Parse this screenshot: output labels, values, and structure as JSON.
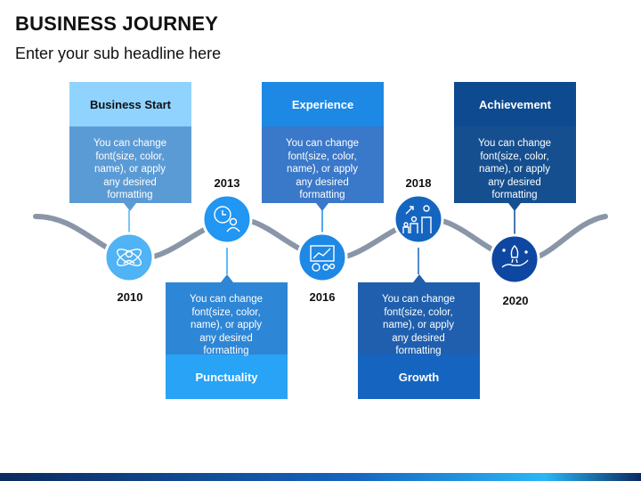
{
  "title": "BUSINESS JOURNEY",
  "subtitle": "Enter your sub headline here",
  "milestones": [
    {
      "year": "2010",
      "heading": "Business Start",
      "text": "You can change font(size, color, name), or apply any desired formatting",
      "icon": "atom-person-icon",
      "color_head": "#8fd3fe",
      "color_body": "#5b9bd5"
    },
    {
      "year": "2013",
      "heading": "Punctuality",
      "text": "You can change font(size, color, name), or apply any desired formatting",
      "icon": "clock-person-icon",
      "color_head": "#29a3f5",
      "color_body": "#2e86d6"
    },
    {
      "year": "2016",
      "heading": "Experience",
      "text": "You can change font(size, color, name), or apply any desired formatting",
      "icon": "chart-gears-icon",
      "color_head": "#1e88e5",
      "color_body": "#3a78c9"
    },
    {
      "year": "2018",
      "heading": "Growth",
      "text": "You can change font(size, color, name), or apply any desired formatting",
      "icon": "growth-family-icon",
      "color_head": "#1565c0",
      "color_body": "#1f5fae"
    },
    {
      "year": "2020",
      "heading": "Achievement",
      "text": "You can change font(size, color, name), or apply any desired formatting",
      "icon": "rocket-hand-icon",
      "color_head": "#0d4a8f",
      "color_body": "#154f8f"
    }
  ],
  "colors": {
    "curve": "#8a96a8",
    "circle_light": "#4fb3f6",
    "circle_mid": "#2196f3",
    "circle_dark": "#0d47a1"
  }
}
